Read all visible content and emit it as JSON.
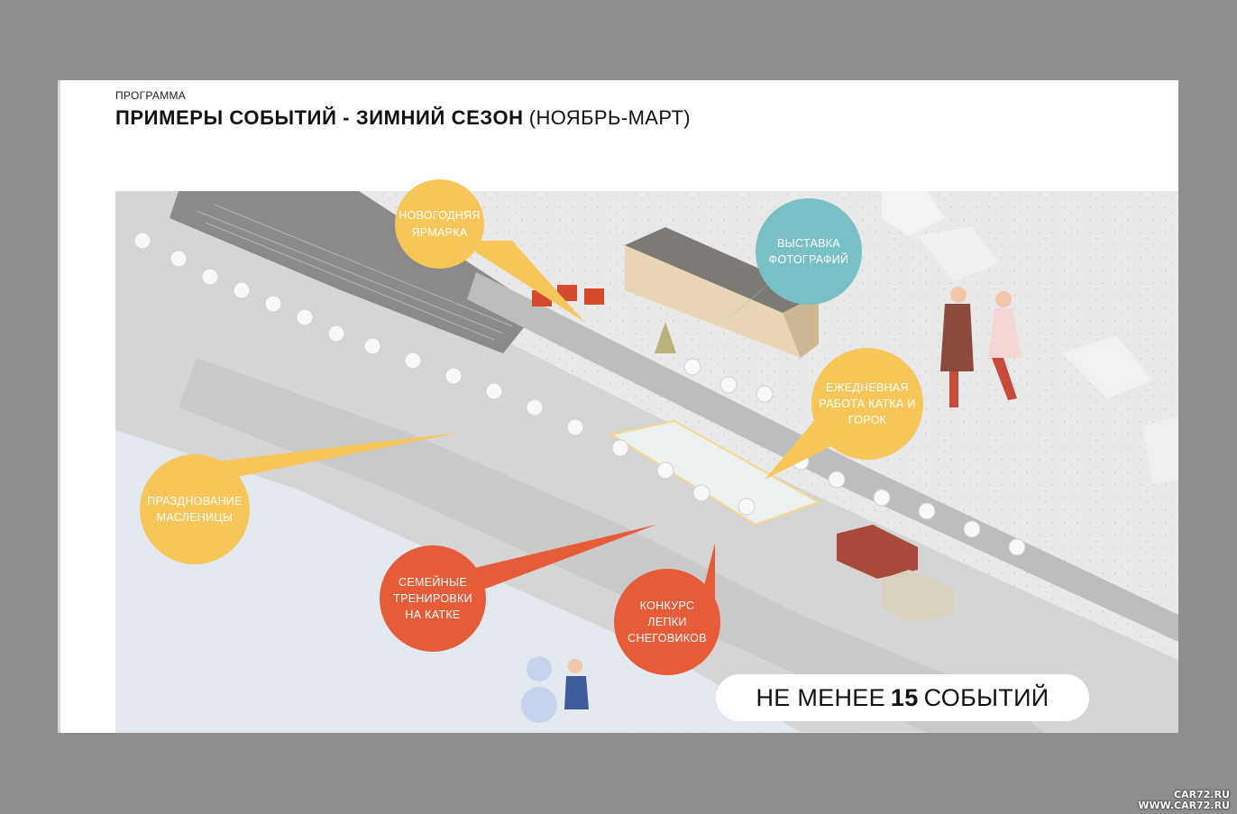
{
  "header": {
    "kicker": "ПРОГРАММА",
    "title_bold": "ПРИМЕРЫ СОБЫТИЙ - ЗИМНИЙ СЕЗОН",
    "title_regular": "(НОЯБРЬ-МАРТ)"
  },
  "events": {
    "new_year_fair": "НОВОГОДНЯЯ\nЯРМАРКА",
    "photo_exhibition": "ВЫСТАВКА\nФОТОГРАФИЙ",
    "daily_rink": "ЕЖЕДНЕВНАЯ\nРАБОТА КАТКА И\nГОРОК",
    "maslenitsa": "ПРАЗДНОВАНИЕ\nМАСЛЕНИЦЫ",
    "family_training": "СЕМЕЙНЫЕ\nТРЕНИРОВКИ\nНА КАТКЕ",
    "snowman_contest": "КОНКУРС\nЛЕПКИ\nСНЕГОВИКОВ"
  },
  "summary": {
    "prefix": "НЕ МЕНЕЕ",
    "count": "15",
    "suffix": "СОБЫТИЙ"
  },
  "watermark": {
    "line1": "CAR72.RU",
    "line2": "WWW.CAR72.RU"
  },
  "colors": {
    "yellow": "#f7c659",
    "teal": "#79c0c6",
    "red": "#e65c38",
    "background": "#8e8e8e"
  }
}
